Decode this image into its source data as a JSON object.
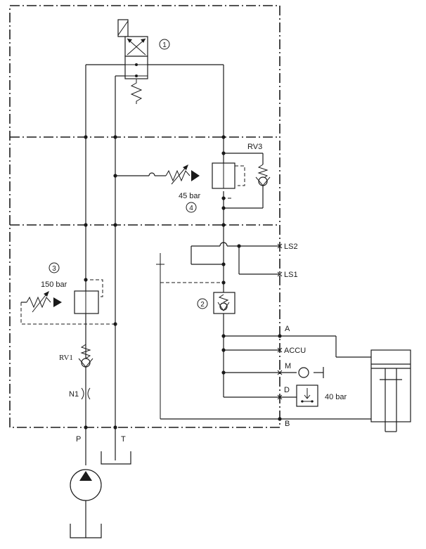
{
  "circuit": {
    "labels": {
      "rv3": "RV3",
      "rv3_pressure": "45 bar",
      "rv_150_pressure": "150 bar",
      "rv1": "RV1",
      "n1": "N1",
      "ls2": "LS2",
      "ls1": "LS1",
      "port_a": "A",
      "port_accu": "ACCU",
      "port_m": "M",
      "port_d": "D",
      "switch_pressure": "40 bar",
      "port_b": "B",
      "port_p": "P",
      "port_t": "T"
    },
    "item_numbers": {
      "valve": "1",
      "check": "2",
      "relief_150": "3",
      "relief_45": "4"
    }
  }
}
